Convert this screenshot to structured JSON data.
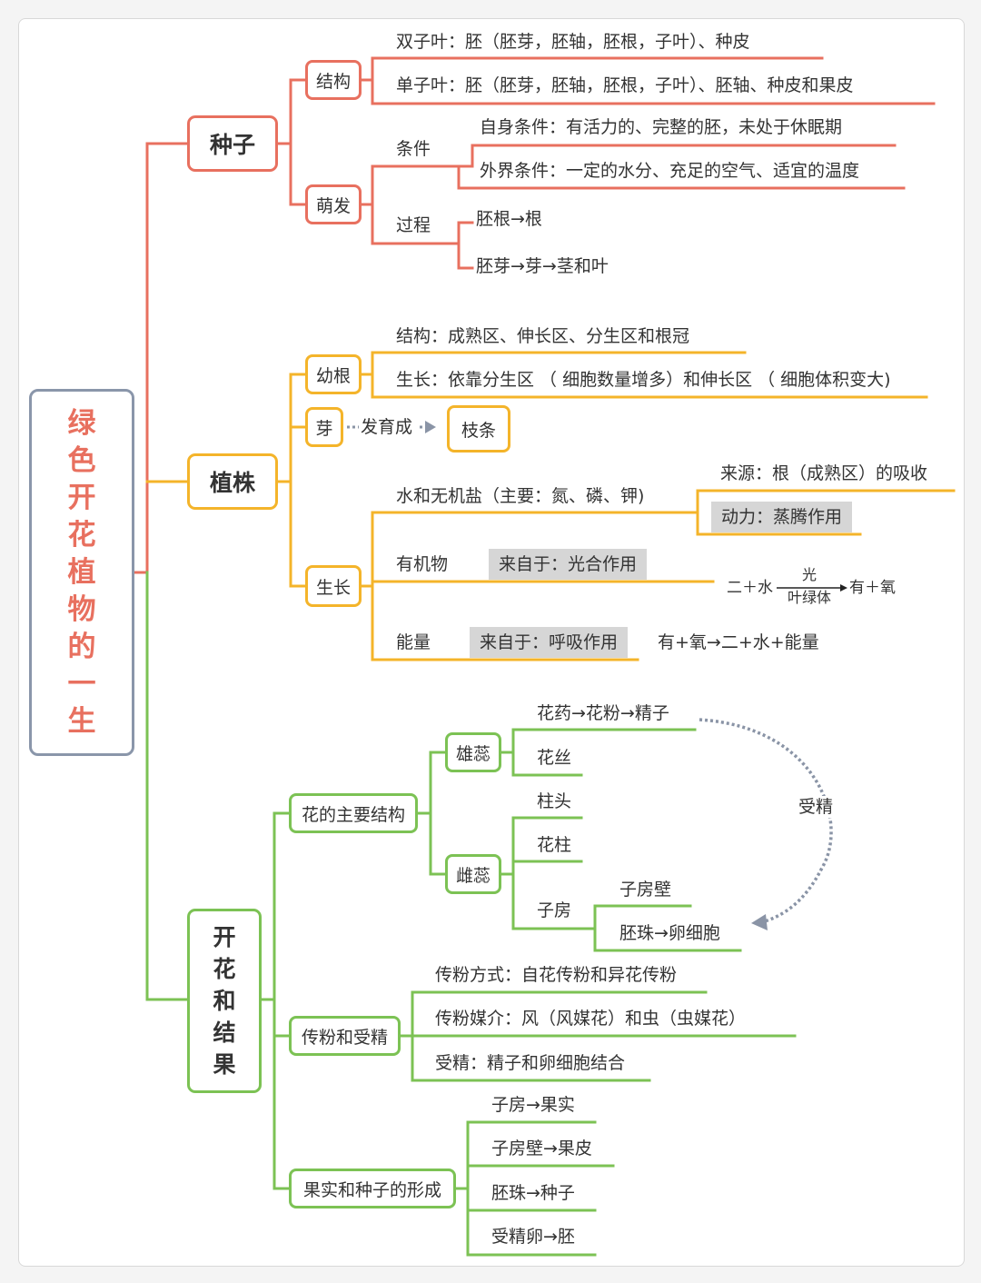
{
  "root": {
    "title": "绿色开花植物的一生"
  },
  "colors": {
    "seed": "#e8705f",
    "plant": "#f4b42a",
    "flower": "#7cc254",
    "root": "#8a96aa",
    "note": "#d6d6d6",
    "arrow": "#8a94a6"
  },
  "seed": {
    "label": "种子",
    "structure": {
      "label": "结构",
      "dicot": "双子叶：胚（胚芽，胚轴，胚根，子叶）、种皮",
      "monocot": "单子叶：胚（胚芽，胚轴，胚根，子叶）、胚轴、种皮和果皮"
    },
    "germination": {
      "label": "萌发",
      "conditions": {
        "label": "条件",
        "internal": "自身条件：有活力的、完整的胚，未处于休眠期",
        "external": "外界条件：一定的水分、充足的空气、适宜的温度"
      },
      "process": {
        "label": "过程",
        "radicle": "胚根→根",
        "plumule": "胚芽→芽→茎和叶"
      }
    }
  },
  "plant": {
    "label": "植株",
    "young_root": {
      "label": "幼根",
      "structure": "结构：成熟区、伸长区、分生区和根冠",
      "growth": "生长：依靠分生区 （ 细胞数量增多）和伸长区 （ 细胞体积变大)"
    },
    "bud": {
      "label": "芽",
      "develops": "发育成",
      "target": "枝条"
    },
    "growth": {
      "label": "生长",
      "water": {
        "label": "水和无机盐（主要：氮、磷、钾)",
        "source": "来源：根（成熟区）的吸收",
        "power": "动力：蒸腾作用"
      },
      "organic": {
        "label": "有机物",
        "source": "来自于：光合作用",
        "eq_left": "二＋水",
        "eq_top": "光",
        "eq_bottom": "叶绿体",
        "eq_right": "有＋氧"
      },
      "energy": {
        "label": "能量",
        "source": "来自于：呼吸作用",
        "equation": "有+氧→二+水+能量"
      }
    }
  },
  "flower": {
    "label": "开花和结果",
    "main": {
      "label": "花的主要结构",
      "stamen": {
        "label": "雄蕊",
        "anther": "花药→花粉→精子",
        "filament": "花丝"
      },
      "pistil": {
        "label": "雌蕊",
        "stigma": "柱头",
        "style": "花柱",
        "ovary": {
          "label": "子房",
          "wall": "子房壁",
          "ovule": "胚珠→卵细胞"
        }
      },
      "fertilize_label": "受精"
    },
    "pollination": {
      "label": "传粉和受精",
      "method": "传粉方式：自花传粉和异花传粉",
      "medium": "传粉媒介：风（风媒花）和虫（虫媒花）",
      "fertilization": "受精：精子和卵细胞结合"
    },
    "fruit": {
      "label": "果实和种子的形成",
      "items": [
        "子房→果实",
        "子房壁→果皮",
        "胚珠→种子",
        "受精卵→胚"
      ]
    }
  }
}
